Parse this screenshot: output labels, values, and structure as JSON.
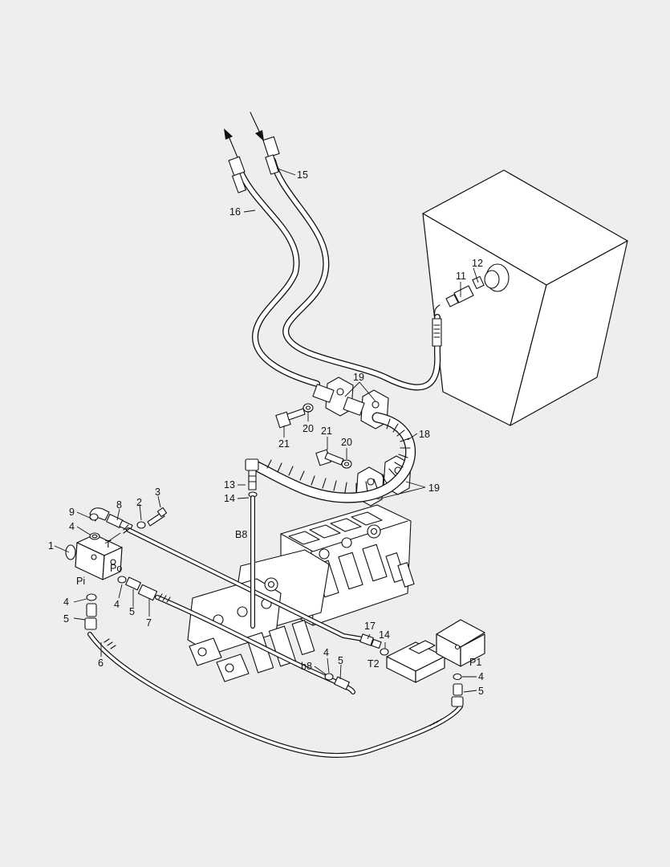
{
  "callouts": {
    "c1": "1",
    "c2": "2",
    "c3": "3",
    "c4a": "4",
    "c4b": "4",
    "c4c": "4",
    "c4d": "4",
    "c4e": "4",
    "c5a": "5",
    "c5b": "5",
    "c5c": "5",
    "c5d": "5",
    "c6": "6",
    "c7": "7",
    "c8": "8",
    "c9": "9",
    "c11": "11",
    "c12": "12",
    "c13": "13",
    "c14a": "14",
    "c14b": "14",
    "c15": "15",
    "c16": "16",
    "c17": "17",
    "c18": "18",
    "c19a": "19",
    "c19b": "19",
    "c20a": "20",
    "c20b": "20",
    "c21a": "21",
    "c21b": "21"
  },
  "ports": {
    "t": "T",
    "po": "Po",
    "pi": "Pi",
    "b8": "B8",
    "b8_lower": "b8",
    "t2": "T2",
    "p1": "P1"
  }
}
